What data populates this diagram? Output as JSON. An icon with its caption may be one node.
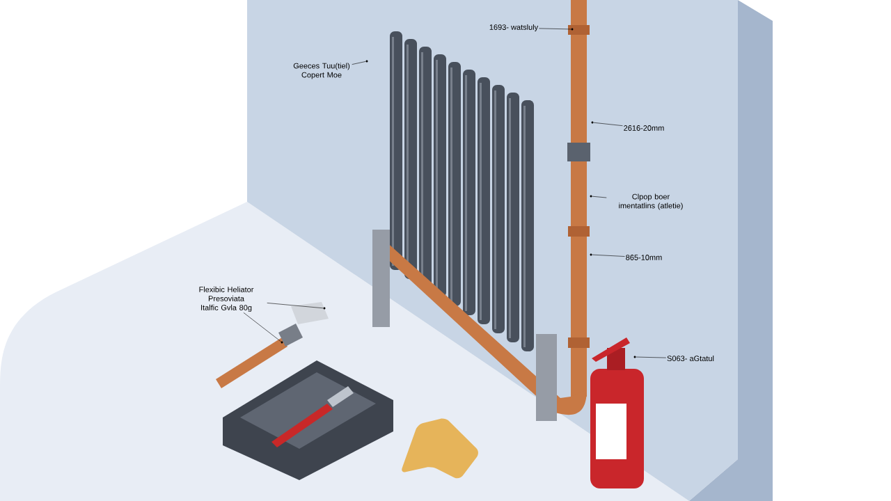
{
  "diagram": {
    "nodes": [
      {
        "text": [
          "1693- watsluly"
        ]
      },
      {
        "text": [
          "Geeces Tuu(tiel) Copert Moe"
        ]
      },
      {
        "text": [
          "2616-20mm"
        ]
      },
      {
        "text": [
          "Clpop boer imentatlins (atletie)"
        ]
      },
      {
        "text": [
          "865-10mm"
        ]
      },
      {
        "text": [
          "Flexibic Heliator Presoviata Italfic Gvla 80g"
        ]
      },
      {
        "text": [
          "S063- aGtatul"
        ]
      },
      {
        "text": [],
        "shape": "picture"
      },
      {
        "text": [],
        "shape": "picture"
      },
      {
        "text": [],
        "shape": "picture"
      },
      {
        "text": [],
        "shape": "picture"
      },
      {
        "text": [],
        "shape": "picture"
      },
      {
        "text": [],
        "shape": "picture"
      },
      {
        "text": [],
        "shape": "picture"
      },
      {
        "text": [],
        "shape": "picture"
      }
    ],
    "edges": [
      {
        "from": 0,
        "to": 7,
        "arrow": "none"
      },
      {
        "from": 1,
        "to": 8,
        "arrow": "none"
      },
      {
        "from": 2,
        "to": 9,
        "arrow": "none"
      },
      {
        "from": 3,
        "to": 10,
        "arrow": "none"
      },
      {
        "from": 4,
        "to": 11,
        "arrow": "none"
      },
      {
        "from": 5,
        "to": 12,
        "arrow": "none"
      },
      {
        "from": 5,
        "to": 13,
        "arrow": "none"
      },
      {
        "from": 6,
        "to": 14,
        "arrow": "none"
      }
    ]
  }
}
